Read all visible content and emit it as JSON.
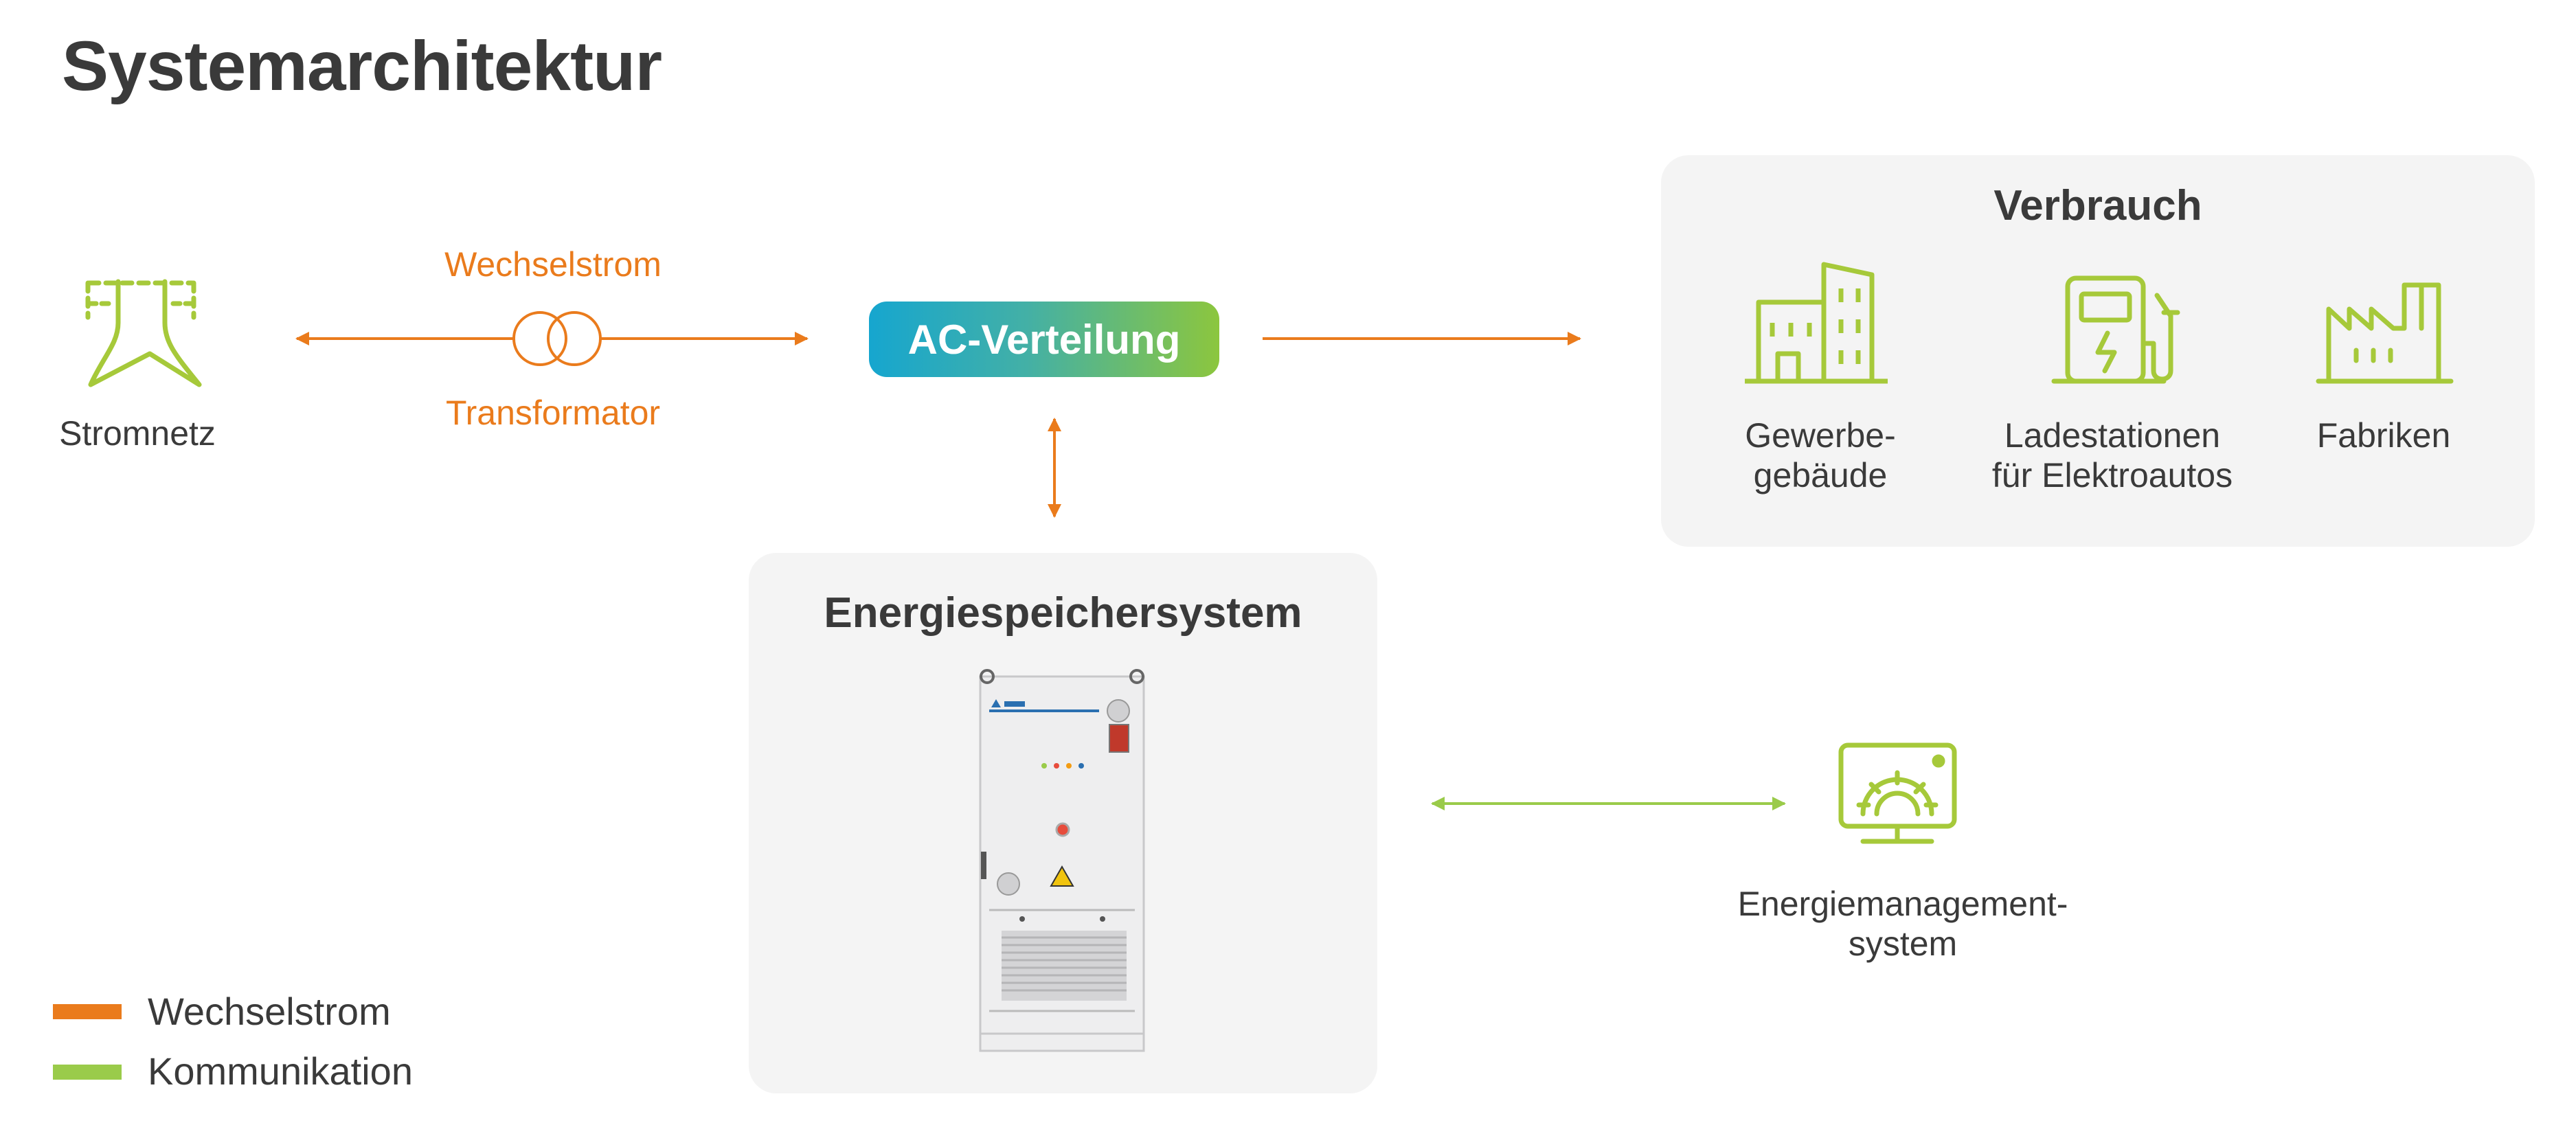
{
  "title": "Systemarchitektur",
  "colors": {
    "ac": "#ea7b1c",
    "communication": "#9acb4a",
    "icon_green": "#a6c93a",
    "panel_bg": "#f4f4f4"
  },
  "nodes": {
    "grid": {
      "label": "Stromnetz",
      "icon": "power-tower-icon"
    },
    "transformer": {
      "top_label": "Wechselstrom",
      "bottom_label": "Transformator",
      "icon": "transformer-icon"
    },
    "ac_distribution": {
      "label": "AC-Verteilung"
    },
    "storage": {
      "title": "Energiespeichersystem",
      "icon": "storage-cabinet-icon"
    },
    "ems": {
      "label_line1": "Energiemanagement-",
      "label_line2": "system",
      "icon": "monitor-gear-icon"
    }
  },
  "consumption": {
    "title": "Verbrauch",
    "items": [
      {
        "line1": "Gewerbe-",
        "line2": "gebäude",
        "icon": "buildings-icon"
      },
      {
        "line1": "Ladestationen",
        "line2": "für Elektroautos",
        "icon": "ev-charger-icon"
      },
      {
        "line1": "Fabriken",
        "line2": "",
        "icon": "factory-icon"
      }
    ]
  },
  "legend": [
    {
      "label": "Wechselstrom",
      "color": "#ea7b1c"
    },
    {
      "label": "Kommunikation",
      "color": "#9acb4a"
    }
  ]
}
